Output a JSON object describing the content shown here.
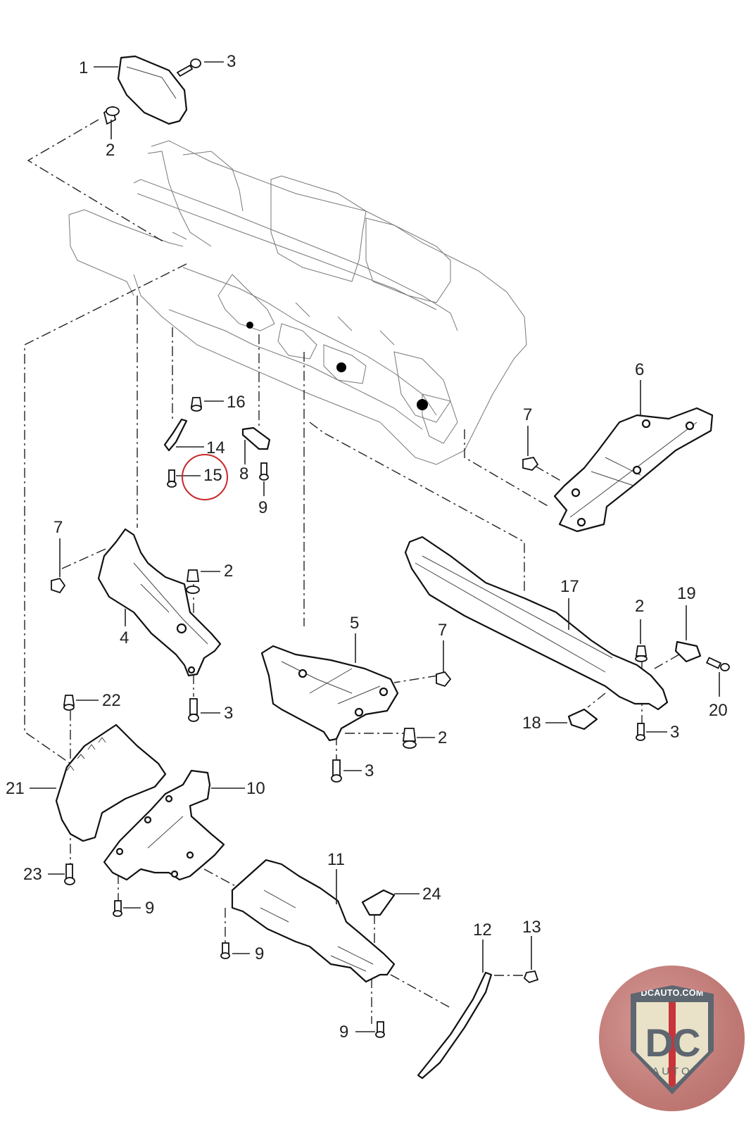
{
  "diagram": {
    "title": "Underbody panels / underfloor shielding exploded parts diagram",
    "highlighted_callout": "15",
    "highlight_color": "#c8282c",
    "callouts": [
      {
        "id": "c1",
        "label": "1"
      },
      {
        "id": "c2a",
        "label": "2"
      },
      {
        "id": "c3a",
        "label": "3"
      },
      {
        "id": "c6",
        "label": "6"
      },
      {
        "id": "c7a",
        "label": "7"
      },
      {
        "id": "c16",
        "label": "16"
      },
      {
        "id": "c14",
        "label": "14"
      },
      {
        "id": "c15",
        "label": "15"
      },
      {
        "id": "c8",
        "label": "8"
      },
      {
        "id": "c9a",
        "label": "9"
      },
      {
        "id": "c7b",
        "label": "7"
      },
      {
        "id": "c2b",
        "label": "2"
      },
      {
        "id": "c4",
        "label": "4"
      },
      {
        "id": "c3b",
        "label": "3"
      },
      {
        "id": "c17",
        "label": "17"
      },
      {
        "id": "c2c",
        "label": "2"
      },
      {
        "id": "c19",
        "label": "19"
      },
      {
        "id": "c5",
        "label": "5"
      },
      {
        "id": "c7c",
        "label": "7"
      },
      {
        "id": "c20",
        "label": "20"
      },
      {
        "id": "c18",
        "label": "18"
      },
      {
        "id": "c3c",
        "label": "3"
      },
      {
        "id": "c22",
        "label": "22"
      },
      {
        "id": "c2d",
        "label": "2"
      },
      {
        "id": "c3d",
        "label": "3"
      },
      {
        "id": "c21",
        "label": "21"
      },
      {
        "id": "c10",
        "label": "10"
      },
      {
        "id": "c23",
        "label": "23"
      },
      {
        "id": "c11",
        "label": "11"
      },
      {
        "id": "c24",
        "label": "24"
      },
      {
        "id": "c9b",
        "label": "9"
      },
      {
        "id": "c12",
        "label": "12"
      },
      {
        "id": "c13",
        "label": "13"
      },
      {
        "id": "c9c",
        "label": "9"
      },
      {
        "id": "c9d",
        "label": "9"
      }
    ]
  },
  "watermark": {
    "url_text": "DCAUTO.COM",
    "letters": "DC",
    "subtext": "AUTO",
    "colors": {
      "badge_bg": "#c07a76",
      "shield": "#5e6670",
      "inner": "#e9e2c8",
      "stripe": "#c8343a"
    }
  }
}
